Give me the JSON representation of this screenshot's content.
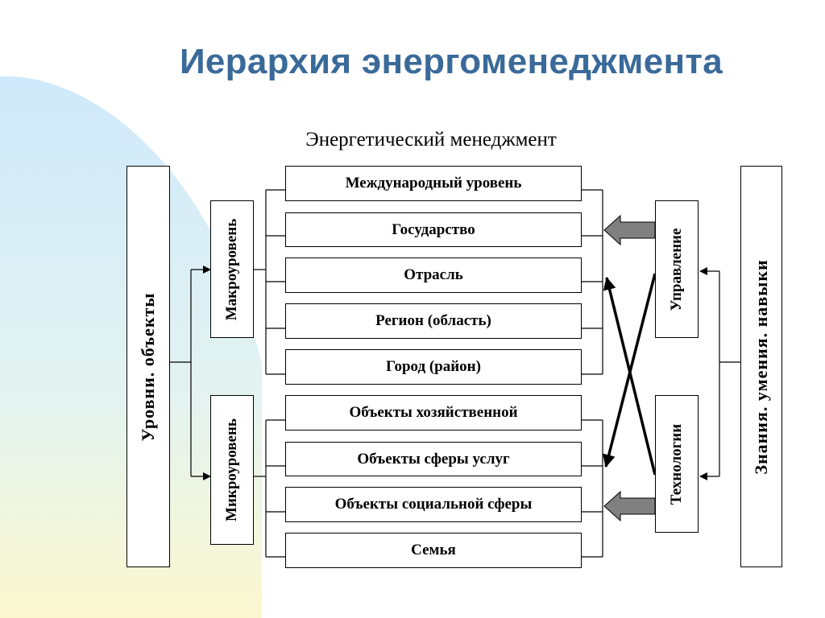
{
  "title": "Иерархия энергоменеджмента",
  "subtitle": "Энергетический менеджмент",
  "left_panel": {
    "label": "Уровни. объекты"
  },
  "macro": {
    "label": "Макроуровень"
  },
  "micro": {
    "label": "Микроуровень"
  },
  "levels": [
    "Международный уровень",
    "Государство",
    "Отрасль",
    "Регион (область)",
    "Город (район)",
    "Объекты хозяйственной",
    "Объекты сферы услуг",
    "Объекты социальной сферы",
    "Семья"
  ],
  "management": {
    "label": "Управление"
  },
  "technology": {
    "label": "Технологии"
  },
  "right_panel": {
    "label": "Знания. умения. навыки"
  },
  "colors": {
    "title": "#3a6a9a",
    "block_arrow": "#808080",
    "bg_blue": "#cfe9fb",
    "bg_yellow": "#fbf8cf"
  }
}
